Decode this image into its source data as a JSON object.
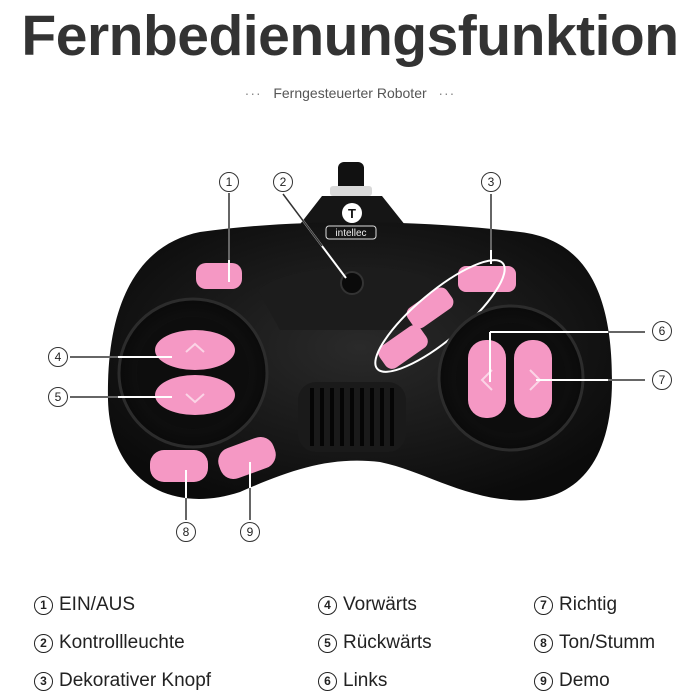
{
  "header": {
    "title": "Fernbedienungsfunktion",
    "subtitle": "Ferngesteuerter Roboter",
    "subtitle_dots": "···"
  },
  "remote": {
    "brand": "intellec",
    "logo_letter": "T",
    "body_color": "#141414",
    "button_color": "#f598c4"
  },
  "callouts": [
    "1",
    "2",
    "3",
    "4",
    "5",
    "6",
    "7",
    "8",
    "9"
  ],
  "legend": [
    {
      "num": "1",
      "label": "EIN/AUS"
    },
    {
      "num": "2",
      "label": "Kontrollleuchte"
    },
    {
      "num": "3",
      "label": "Dekorativer Knopf"
    },
    {
      "num": "4",
      "label": "Vorwärts"
    },
    {
      "num": "5",
      "label": "Rückwärts"
    },
    {
      "num": "6",
      "label": "Links"
    },
    {
      "num": "7",
      "label": "Richtig"
    },
    {
      "num": "8",
      "label": "Ton/Stumm"
    },
    {
      "num": "9",
      "label": "Demo"
    }
  ]
}
